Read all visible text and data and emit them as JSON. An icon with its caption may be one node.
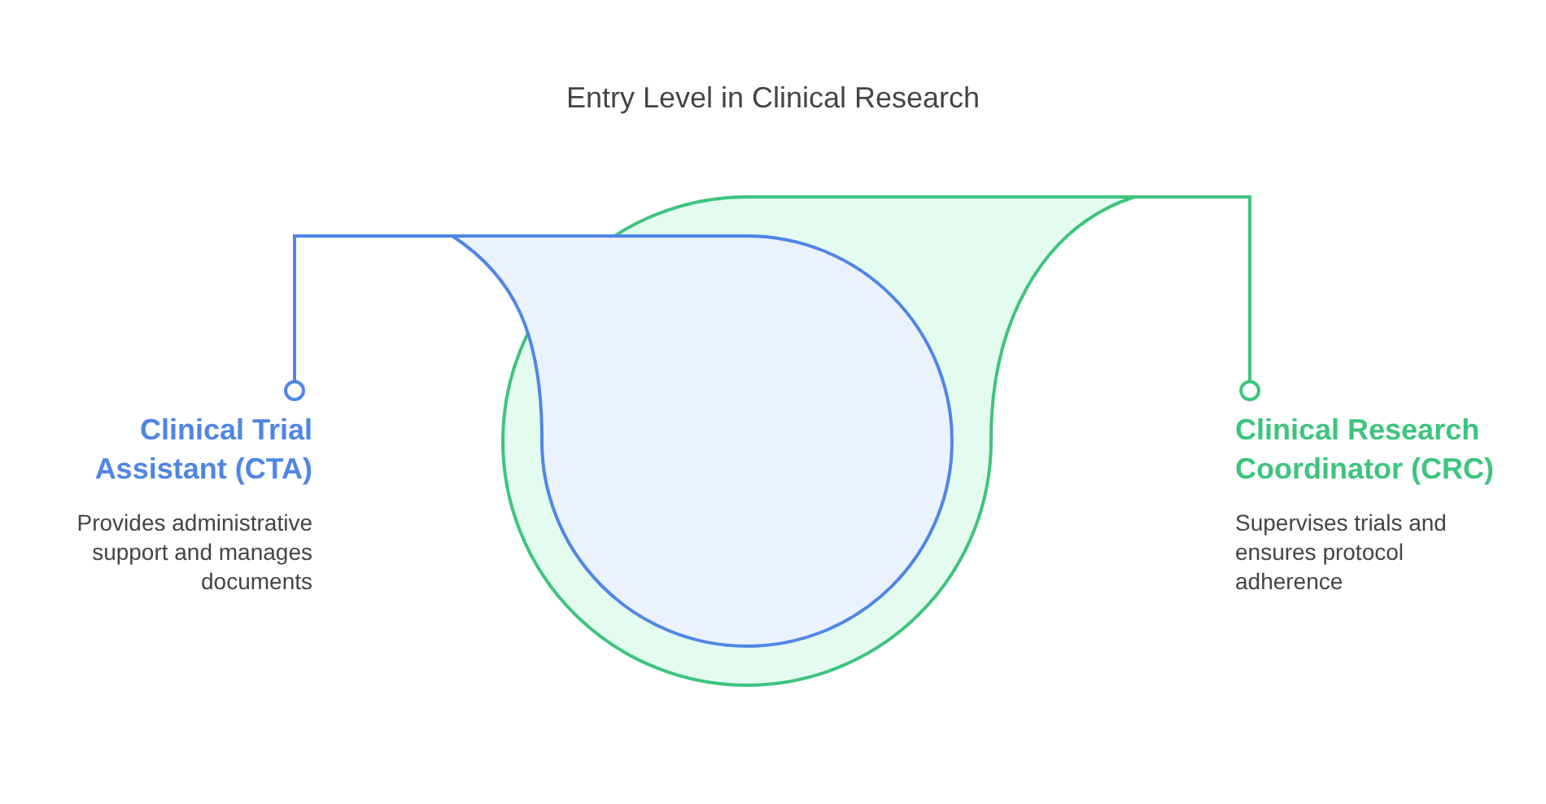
{
  "diagram": {
    "title": "Entry Level in Clinical Research",
    "nodes": [
      {
        "text": [
          "Clinical Trial Assistant (CTA)",
          "Provides administrative support and manages documents"
        ]
      },
      {
        "text": [
          "Clinical Research Coordinator (CRC)",
          "Supervises trials and ensures protocol adherence"
        ]
      },
      {
        "text": [],
        "shape": "drop"
      },
      {
        "text": [],
        "shape": "drop"
      }
    ],
    "edges": [
      {
        "from": 0,
        "to": 2,
        "arrow": "other",
        "color": "#4f86e6"
      },
      {
        "from": 1,
        "to": 3,
        "arrow": "other",
        "color": "#3ec47e"
      }
    ]
  }
}
